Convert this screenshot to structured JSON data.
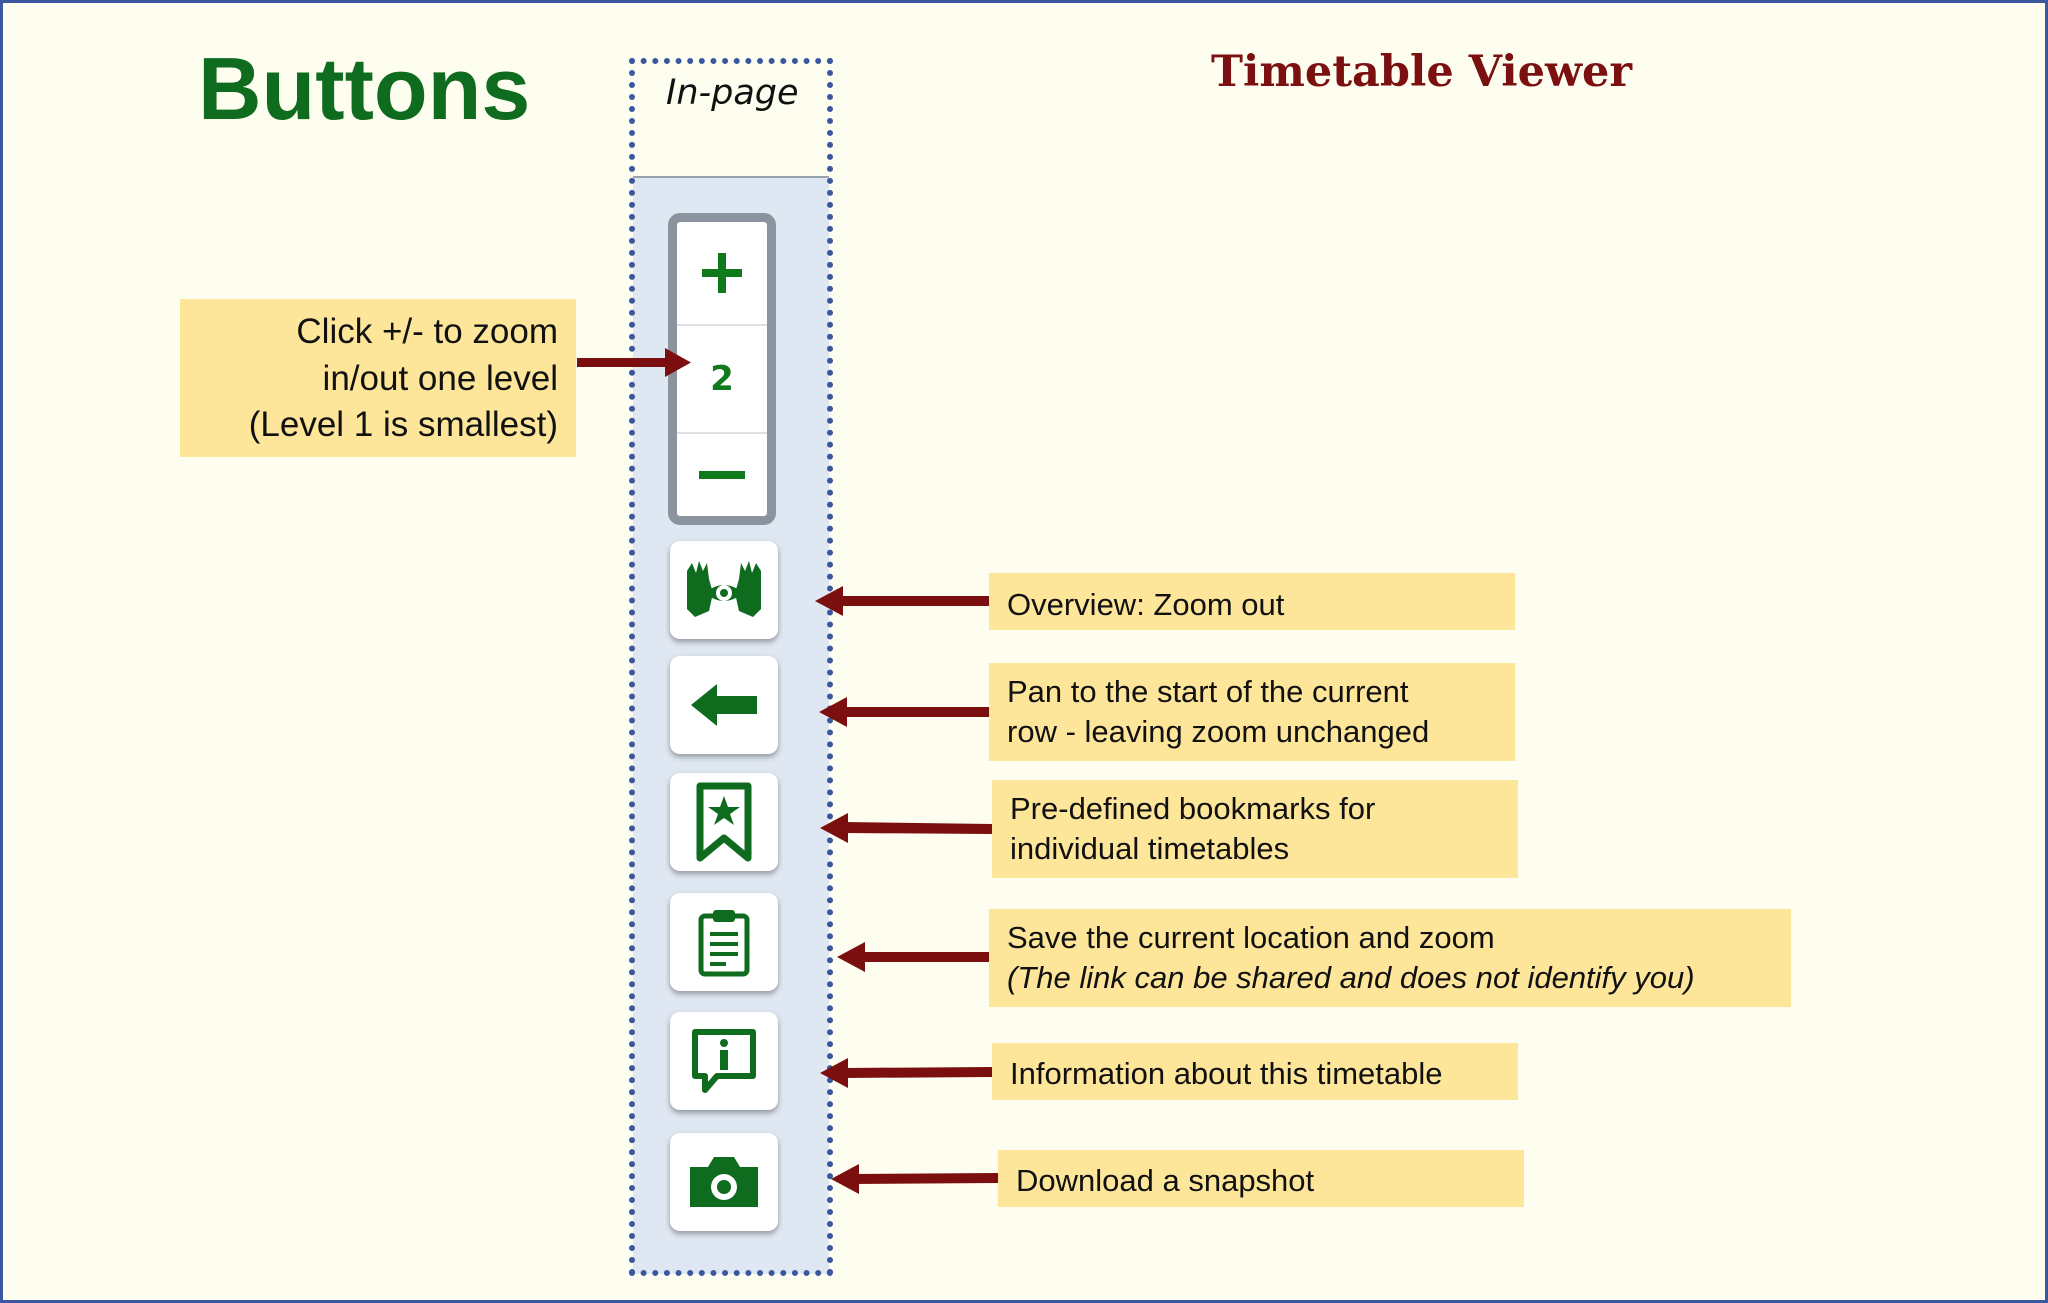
{
  "title": "Buttons",
  "subtitle": "Timetable Viewer",
  "toolbar": {
    "label": "In-page",
    "zoom_in_glyph": "+",
    "zoom_level": "2",
    "zoom_out_glyph": "−",
    "buttons": [
      {
        "name": "overview",
        "icon": "overview-icon"
      },
      {
        "name": "pan-start",
        "icon": "arrow-left-icon"
      },
      {
        "name": "bookmarks",
        "icon": "bookmark-star-icon"
      },
      {
        "name": "save-location",
        "icon": "clipboard-icon"
      },
      {
        "name": "information",
        "icon": "info-speech-icon"
      },
      {
        "name": "snapshot",
        "icon": "camera-icon"
      }
    ]
  },
  "callouts": {
    "zoom": [
      "Click +/- to zoom",
      "in/out one level",
      "(Level 1 is smallest)"
    ],
    "overview": [
      "Overview: Zoom out"
    ],
    "pan": [
      "Pan to the start of the current",
      "row -  leaving zoom unchanged"
    ],
    "bookmarks": [
      "Pre-defined bookmarks for",
      "individual timetables"
    ],
    "save": [
      "Save the current location and zoom",
      "(The link can be shared and does not identify you)"
    ],
    "info": [
      "Information about this timetable"
    ],
    "snapshot": [
      "Download a snapshot"
    ]
  },
  "colors": {
    "background": "#fefef0",
    "title": "#0f6b1e",
    "subtitle": "#7b1010",
    "icon_green": "#0f6b1e",
    "callout_fill": "#fde59a",
    "arrow": "#7b0f0f",
    "frame": "#3a57a0"
  }
}
